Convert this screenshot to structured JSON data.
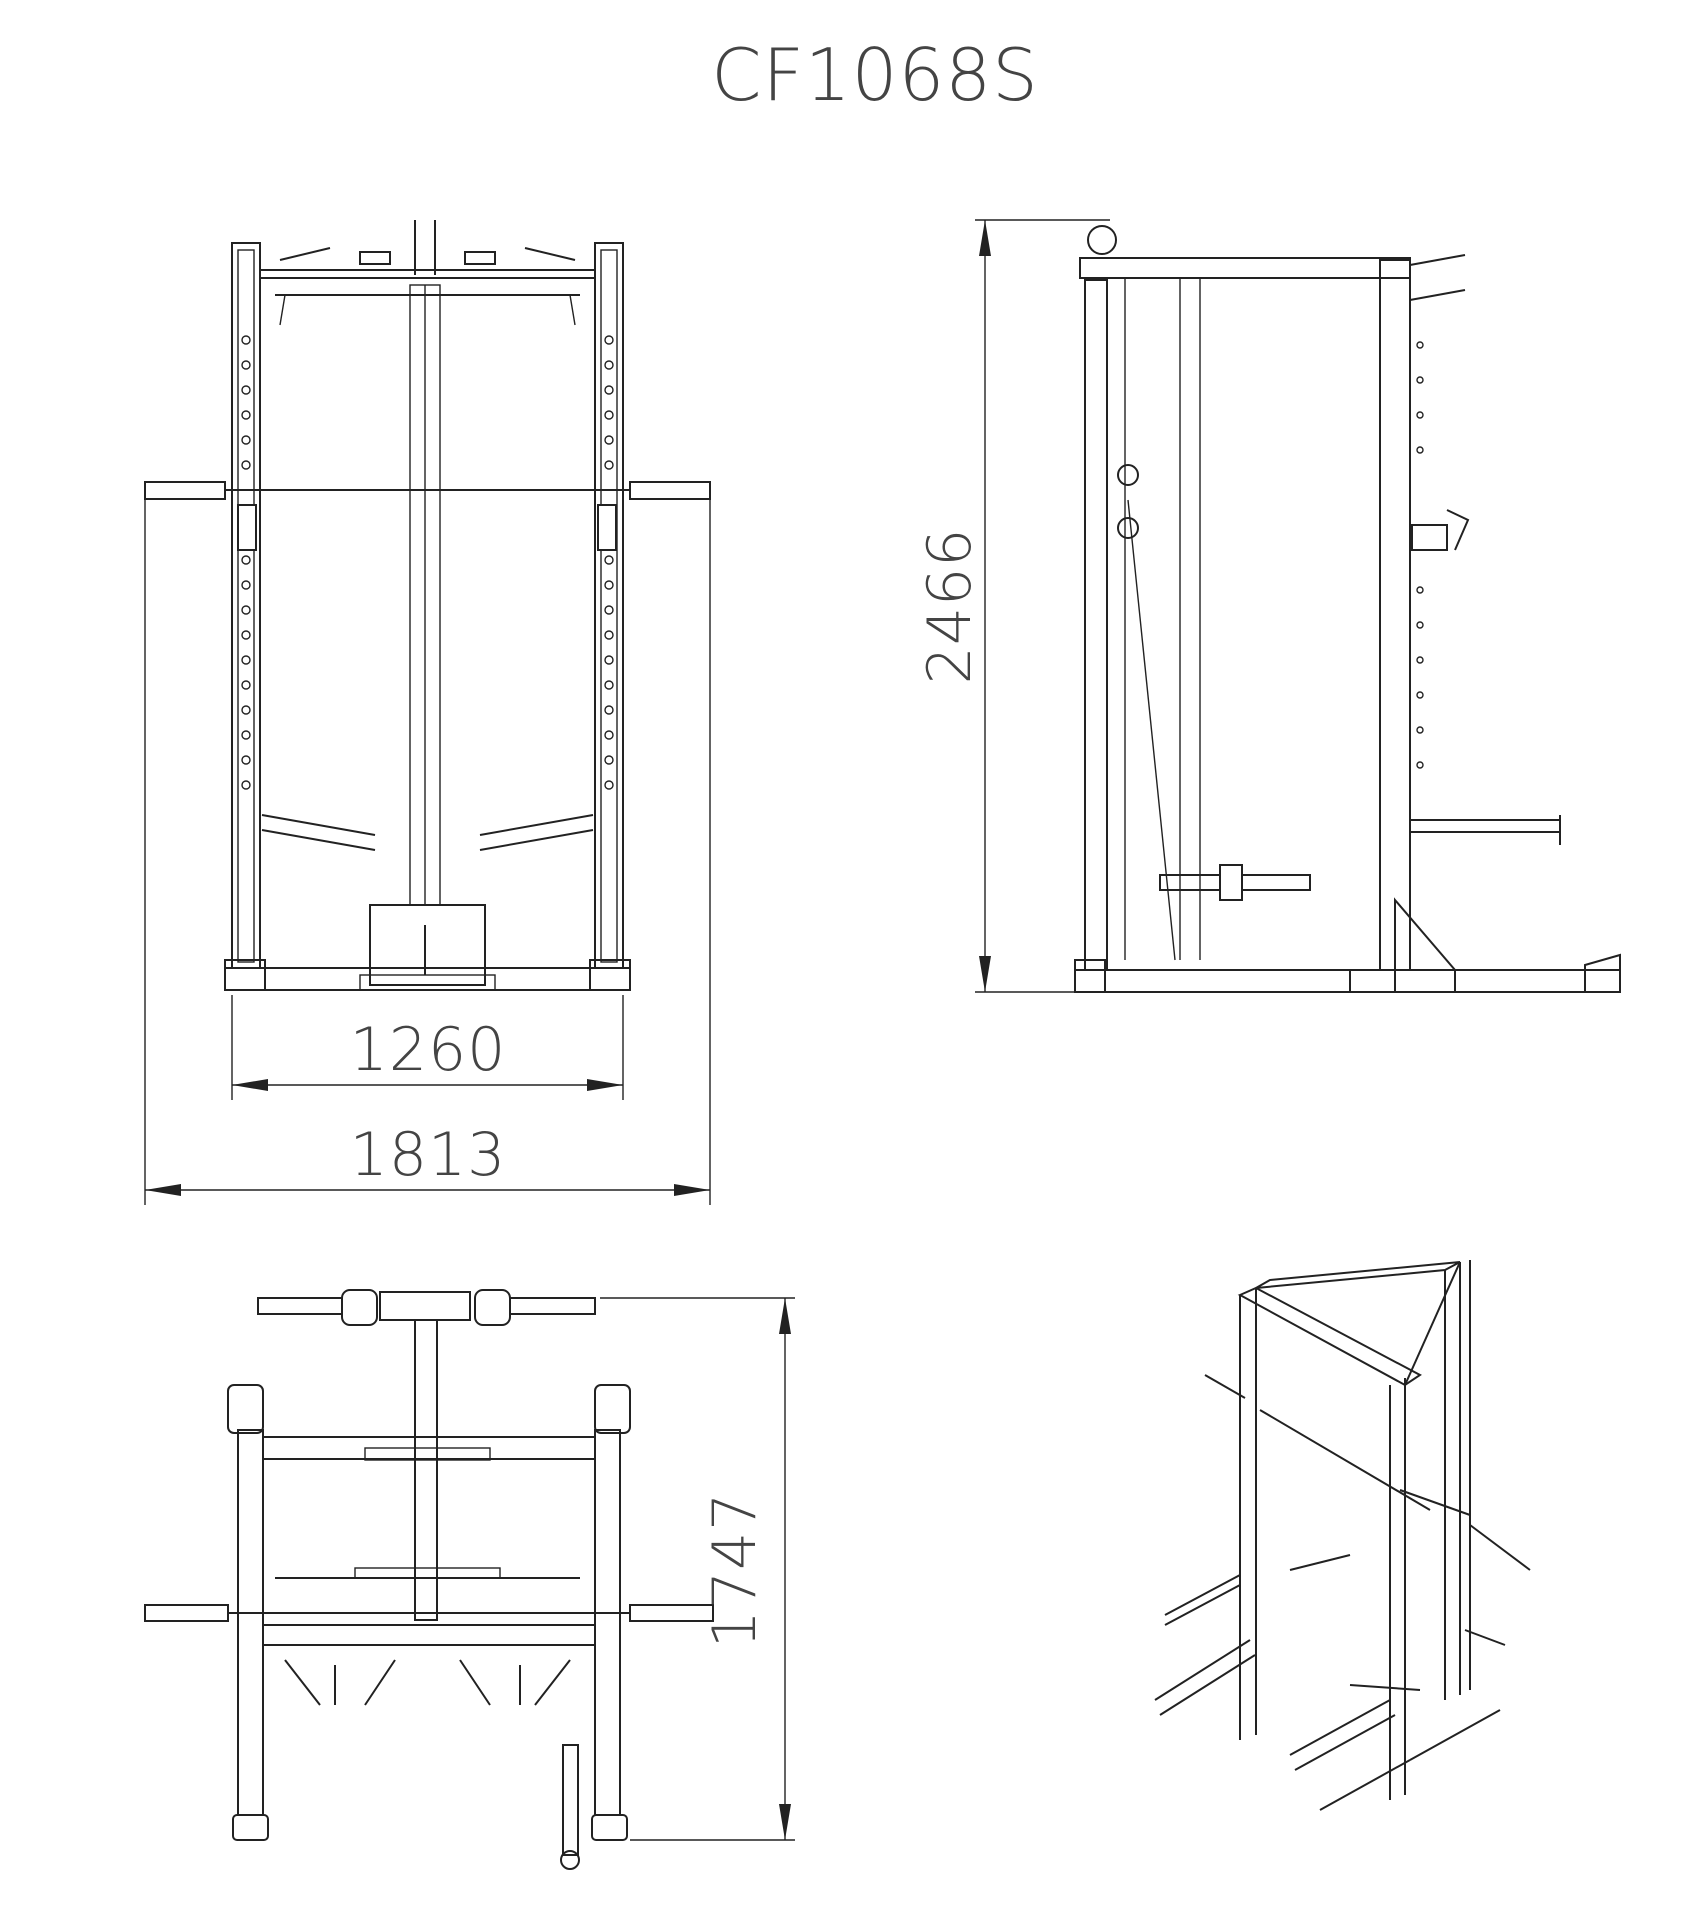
{
  "drawing": {
    "title": "CF1068S"
  },
  "dimensions": {
    "inner_width": "1260",
    "overall_width": "1813",
    "height": "2466",
    "depth": "1747"
  },
  "colors": {
    "line": "#222222",
    "label": "#444444",
    "background": "#ffffff"
  }
}
